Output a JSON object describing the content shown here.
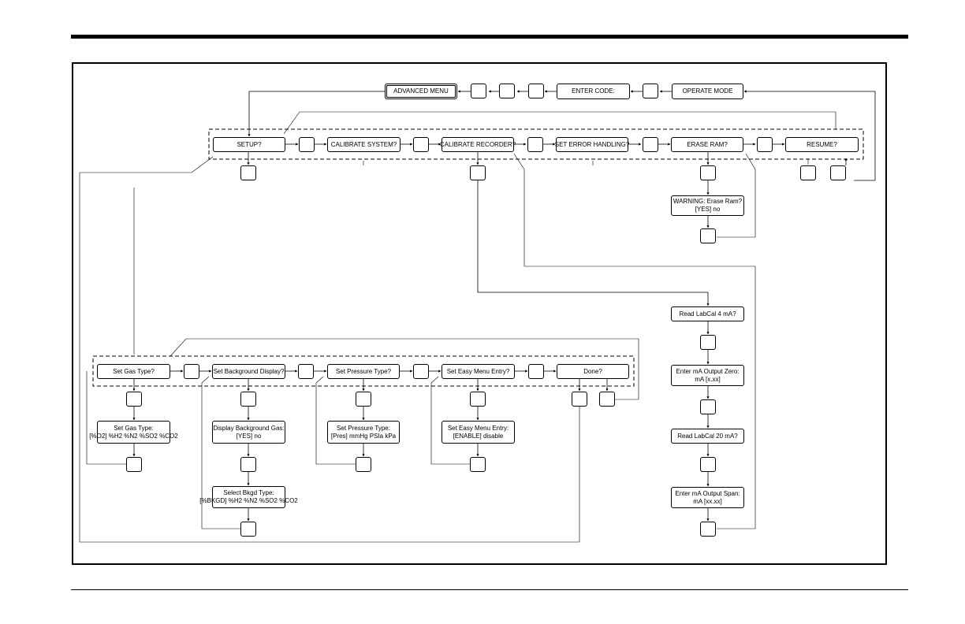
{
  "nodes": {
    "advanced_menu": "ADVANCED MENU",
    "enter_code": "ENTER CODE:",
    "operate_mode": "OPERATE MODE",
    "setup": "SETUP?",
    "calibrate_system": "CALIBRATE SYSTEM?",
    "calibrate_recorder": "CALIBRATE RECORDER?",
    "set_error_handling": "SET ERROR HANDLING?",
    "erase_ram": "ERASE RAM?",
    "resume": "RESUME?",
    "warning_erase_l1": "WARNING: Erase Ram?",
    "warning_erase_l2": "[YES]    no",
    "read_labcal_4": "Read LabCal 4 mA?",
    "enter_zero_l1": "Enter mA Output Zero:",
    "enter_zero_l2": "mA  [x.xx]",
    "read_labcal_20": "Read LabCal 20 mA?",
    "enter_span_l1": "Enter mA Output Span:",
    "enter_span_l2": "mA  [xx.xx]",
    "set_gas_type": "Set Gas Type?",
    "set_background_display": "Set Background Display?",
    "set_pressure_type": "Set Pressure Type?",
    "set_easy_menu_entry": "Set Easy Menu Entry?",
    "done": "Done?",
    "gas_type_l1": "Set Gas Type:",
    "gas_type_l2": "[%O2] %H2 %N2 %SO2 %CO2",
    "display_bkgd_l1": "Display Background Gas:",
    "display_bkgd_l2": "[YES]    no",
    "select_bkgd_l1": "Select Bkgd Type:",
    "select_bkgd_l2": "[%BKGD] %H2 %N2 %SO2 %CO2",
    "pressure_type_l1": "Set Pressure Type:",
    "pressure_type_l2": "[Pres] mmHg PSIa kPa",
    "easy_entry_l1": "Set Easy Menu Entry:",
    "easy_entry_l2": "[ENABLE]    disable"
  }
}
